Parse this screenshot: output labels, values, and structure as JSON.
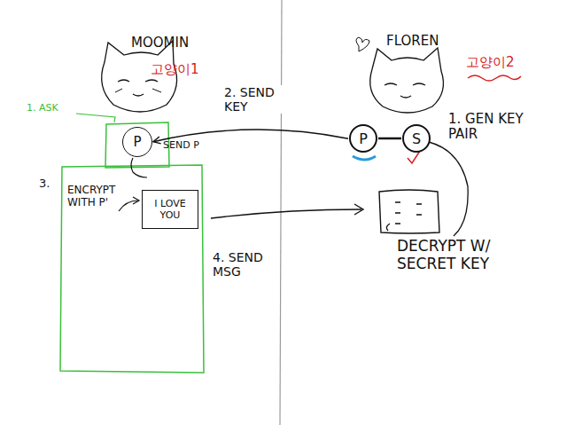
{
  "diagram": {
    "nodes": [
      {
        "text": [
          "P"
        ]
      },
      {
        "text": [
          "I LOVE YOU"
        ]
      },
      {
        "text": [
          "P"
        ]
      },
      {
        "text": [
          "S"
        ]
      }
    ],
    "edges": [
      {
        "from": 2,
        "to": 0,
        "label": "2. SEND KEY",
        "arrow": "to"
      },
      {
        "from": 2,
        "to": 3,
        "arrow": "none"
      }
    ],
    "labels": [
      "MOOMIN",
      "고양이1",
      "1. ASK",
      "SEND P",
      "3.",
      "ENCRYPT WITH P'",
      "4. SEND MSG",
      "FLOREN",
      "고양이2",
      "1. GEN KEY PAIR",
      "DECRYPT W/ SECRET KEY"
    ]
  }
}
